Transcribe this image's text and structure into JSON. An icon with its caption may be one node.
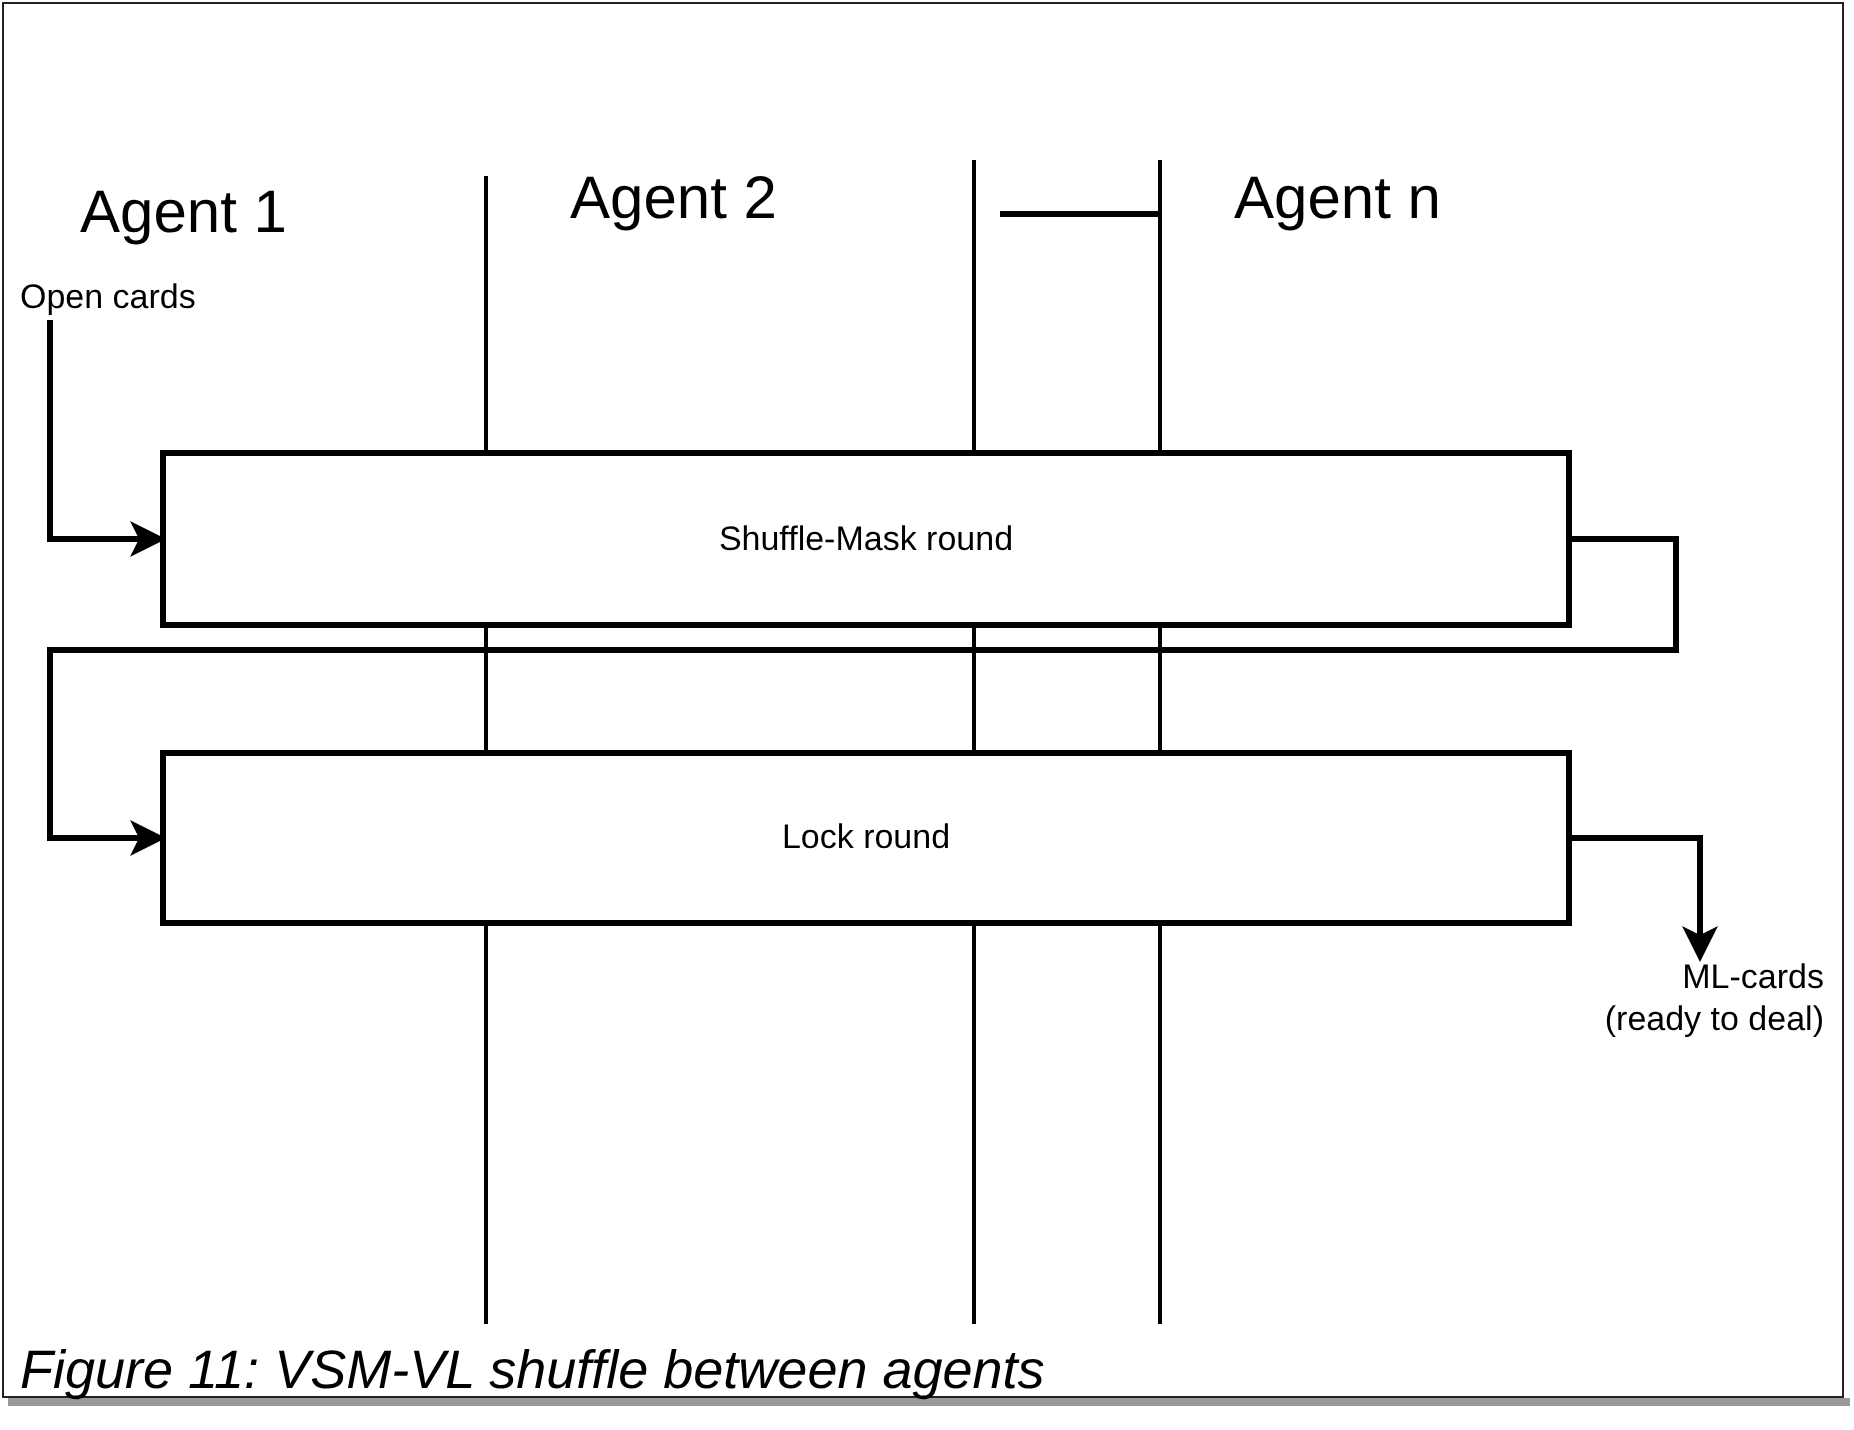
{
  "diagram": {
    "caption": "Figure 11: VSM-VL shuffle between agents",
    "nodes": [
      {
        "text": [
          "Open cards"
        ]
      },
      {
        "text": [
          "Shuffle-Mask round"
        ]
      },
      {
        "text": [
          "Lock round"
        ]
      },
      {
        "text": [
          "ML-cards (ready to deal)"
        ]
      }
    ],
    "edges": [
      {
        "from": 0,
        "to": 1,
        "arrow": "to"
      },
      {
        "from": 1,
        "to": 2,
        "arrow": "to"
      },
      {
        "from": 2,
        "to": 3,
        "arrow": "to"
      }
    ],
    "labels": [
      "Agent 1",
      "Agent 2",
      "Agent n"
    ]
  }
}
